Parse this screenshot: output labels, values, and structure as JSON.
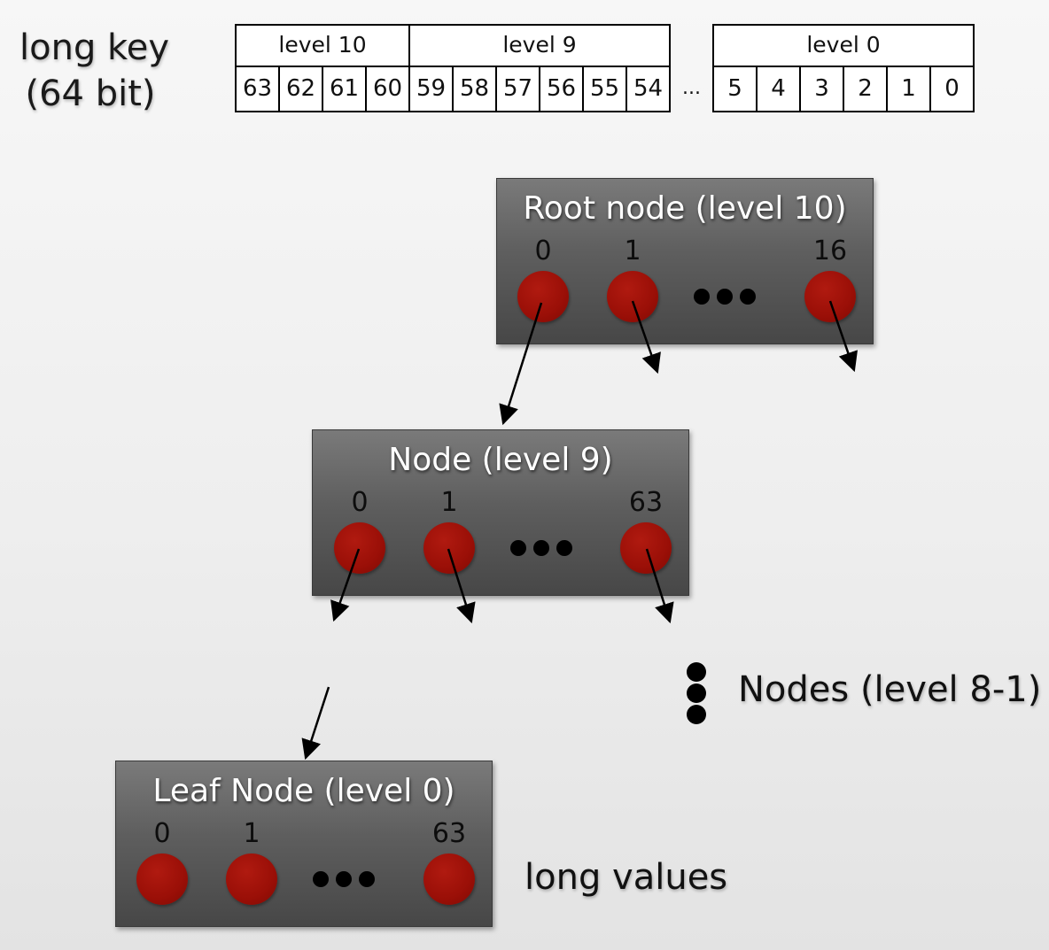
{
  "key": {
    "title_line1": "long key",
    "title_line2": "(64 bit)"
  },
  "key_levels": [
    "level 10",
    "level 9",
    "level 0"
  ],
  "key_bits": [
    "63",
    "62",
    "61",
    "60",
    "59",
    "58",
    "57",
    "56",
    "55",
    "54",
    "...",
    "5",
    "4",
    "3",
    "2",
    "1",
    "0"
  ],
  "nodes": {
    "root": {
      "title": "Root node (level 10)",
      "slot_labels": [
        "0",
        "1",
        "16"
      ]
    },
    "level9": {
      "title": "Node (level 9)",
      "slot_labels": [
        "0",
        "1",
        "63"
      ]
    },
    "leaf": {
      "title": "Leaf Node (level 0)",
      "slot_labels": [
        "0",
        "1",
        "63"
      ]
    }
  },
  "labels": {
    "middle_nodes": "Nodes (level 8-1)",
    "values": "long values"
  },
  "colors": {
    "node_fill": "#5e5e5e",
    "slot_fill": "#9a0f07",
    "arrow": "#000000"
  }
}
